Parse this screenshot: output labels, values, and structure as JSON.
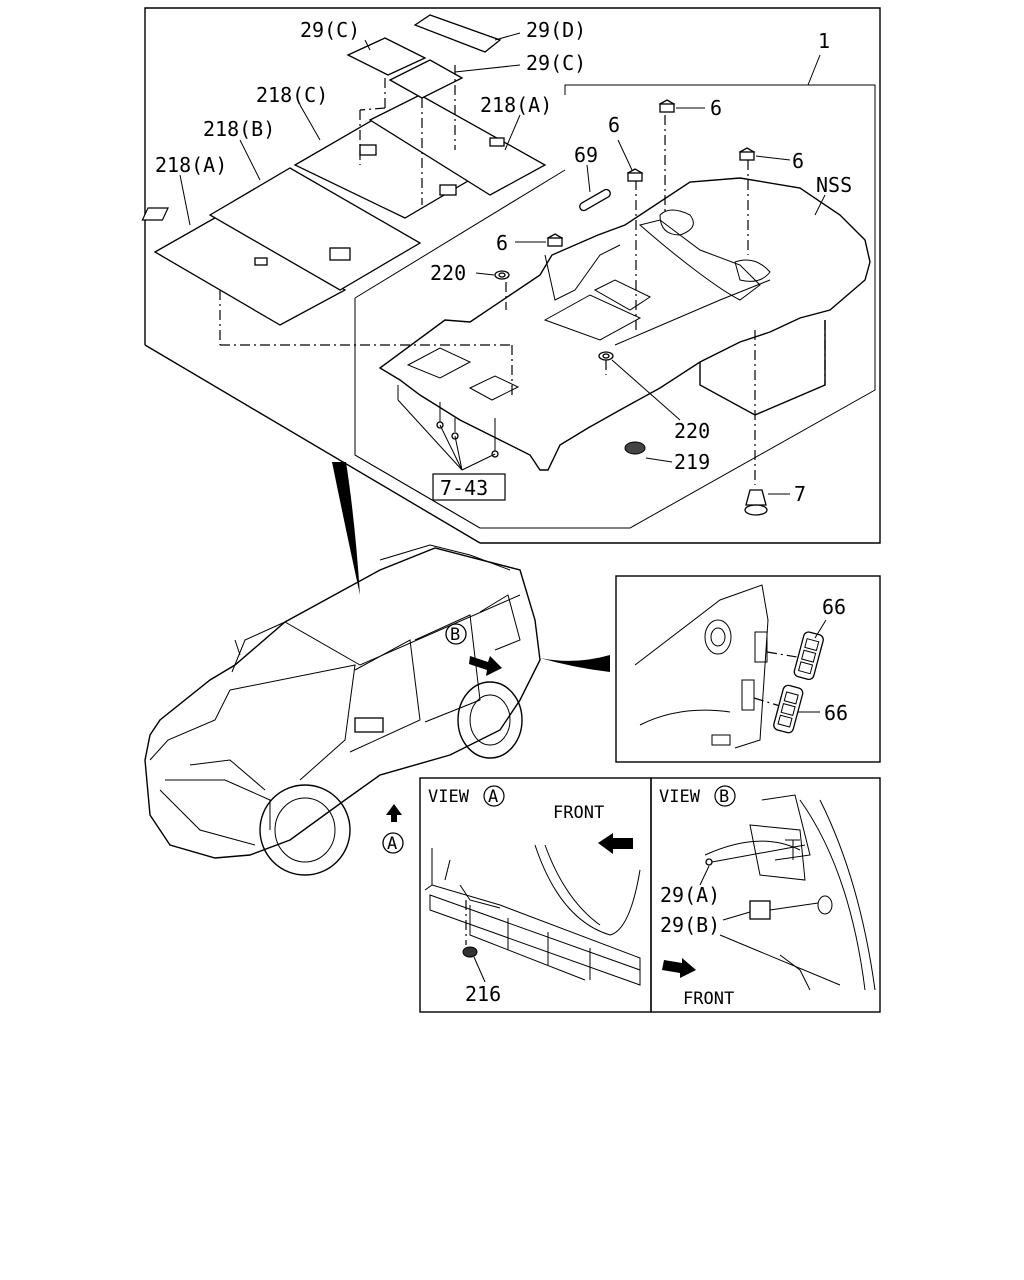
{
  "callouts": {
    "c29C_top": "29(C)",
    "c29D": "29(D)",
    "c29C_right": "29(C)",
    "c1": "1",
    "c218C": "218(C)",
    "c218A_right": "218(A)",
    "c218B": "218(B)",
    "c218A_left": "218(A)",
    "c6_top": "6",
    "c6_mid": "6",
    "c6_right": "6",
    "c6_left": "6",
    "c69": "69",
    "cNSS": "NSS",
    "c220_left": "220",
    "c220_right": "220",
    "c219": "219",
    "c7_43": "7-43",
    "c7": "7",
    "c66_top": "66",
    "c66_bot": "66",
    "c216": "216",
    "c29A": "29(A)",
    "c29B": "29(B)"
  },
  "views": {
    "viewA_label": "VIEW",
    "viewA_letter": "A",
    "viewB_label": "VIEW",
    "viewB_letter": "B",
    "front_a": "FRONT",
    "front_b": "FRONT"
  },
  "markers": {
    "A": "A",
    "B": "B"
  }
}
